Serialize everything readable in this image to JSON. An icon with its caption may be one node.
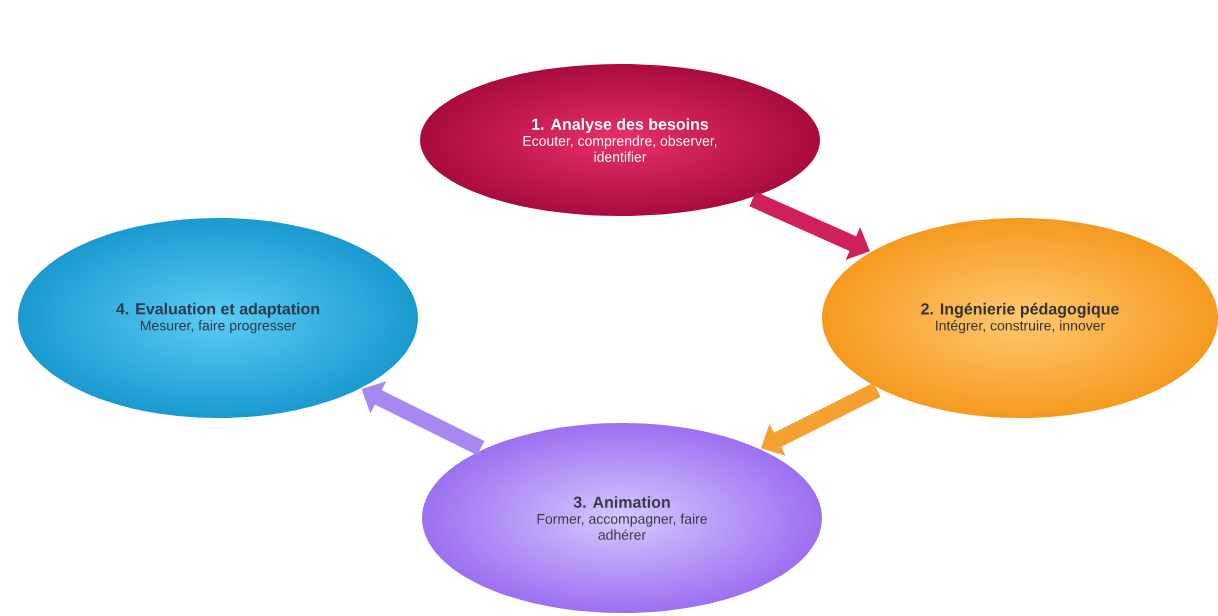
{
  "diagram": {
    "nodes": [
      {
        "text": [
          "1. Analyse des besoins",
          "Ecouter, comprendre, observer, identifier"
        ]
      },
      {
        "text": [
          "2. Ingénierie pédagogique",
          "Intégrer, construire, innover"
        ]
      },
      {
        "text": [
          "3. Animation",
          "Former, accompagner, faire adhérer"
        ]
      },
      {
        "text": [
          "4. Evaluation et adaptation",
          "Mesurer, faire progresser"
        ]
      }
    ],
    "edges": [
      {
        "from": 0,
        "to": 1,
        "arrow": "to",
        "color": "#d0205a"
      },
      {
        "from": 1,
        "to": 2,
        "arrow": "to",
        "color": "#f5a030"
      },
      {
        "from": 2,
        "to": 3,
        "arrow": "to",
        "color": "#a888f0"
      }
    ]
  }
}
